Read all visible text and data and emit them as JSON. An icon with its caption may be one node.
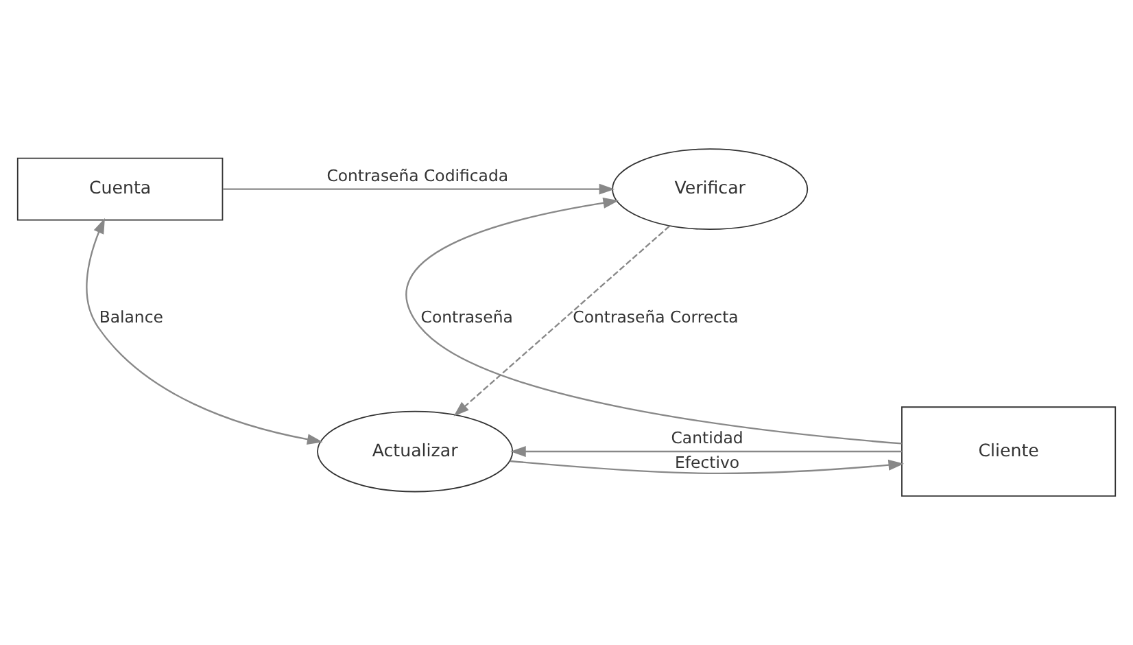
{
  "diagram": {
    "nodes": [
      {
        "text": [
          "Verificar"
        ]
      },
      {
        "text": [
          "Cuenta"
        ]
      },
      {
        "text": [
          "Cliente"
        ]
      },
      {
        "text": [
          "Actualizar"
        ]
      }
    ],
    "edges": [
      {
        "from": 1,
        "to": 0,
        "arrow": "to",
        "label": "Contraseña Codificada"
      },
      {
        "from": 0,
        "to": 3,
        "arrow": "to",
        "label": "Contraseña Correcta",
        "style": "dashed"
      },
      {
        "from": 2,
        "to": 0,
        "arrow": "to",
        "label": "Contraseña"
      },
      {
        "from": 1,
        "to": 3,
        "arrow": "both",
        "label": "Balance"
      },
      {
        "from": 2,
        "to": 3,
        "arrow": "to",
        "label": "Cantidad"
      },
      {
        "from": 3,
        "to": 2,
        "arrow": "to",
        "label": "Efectivo"
      }
    ]
  }
}
